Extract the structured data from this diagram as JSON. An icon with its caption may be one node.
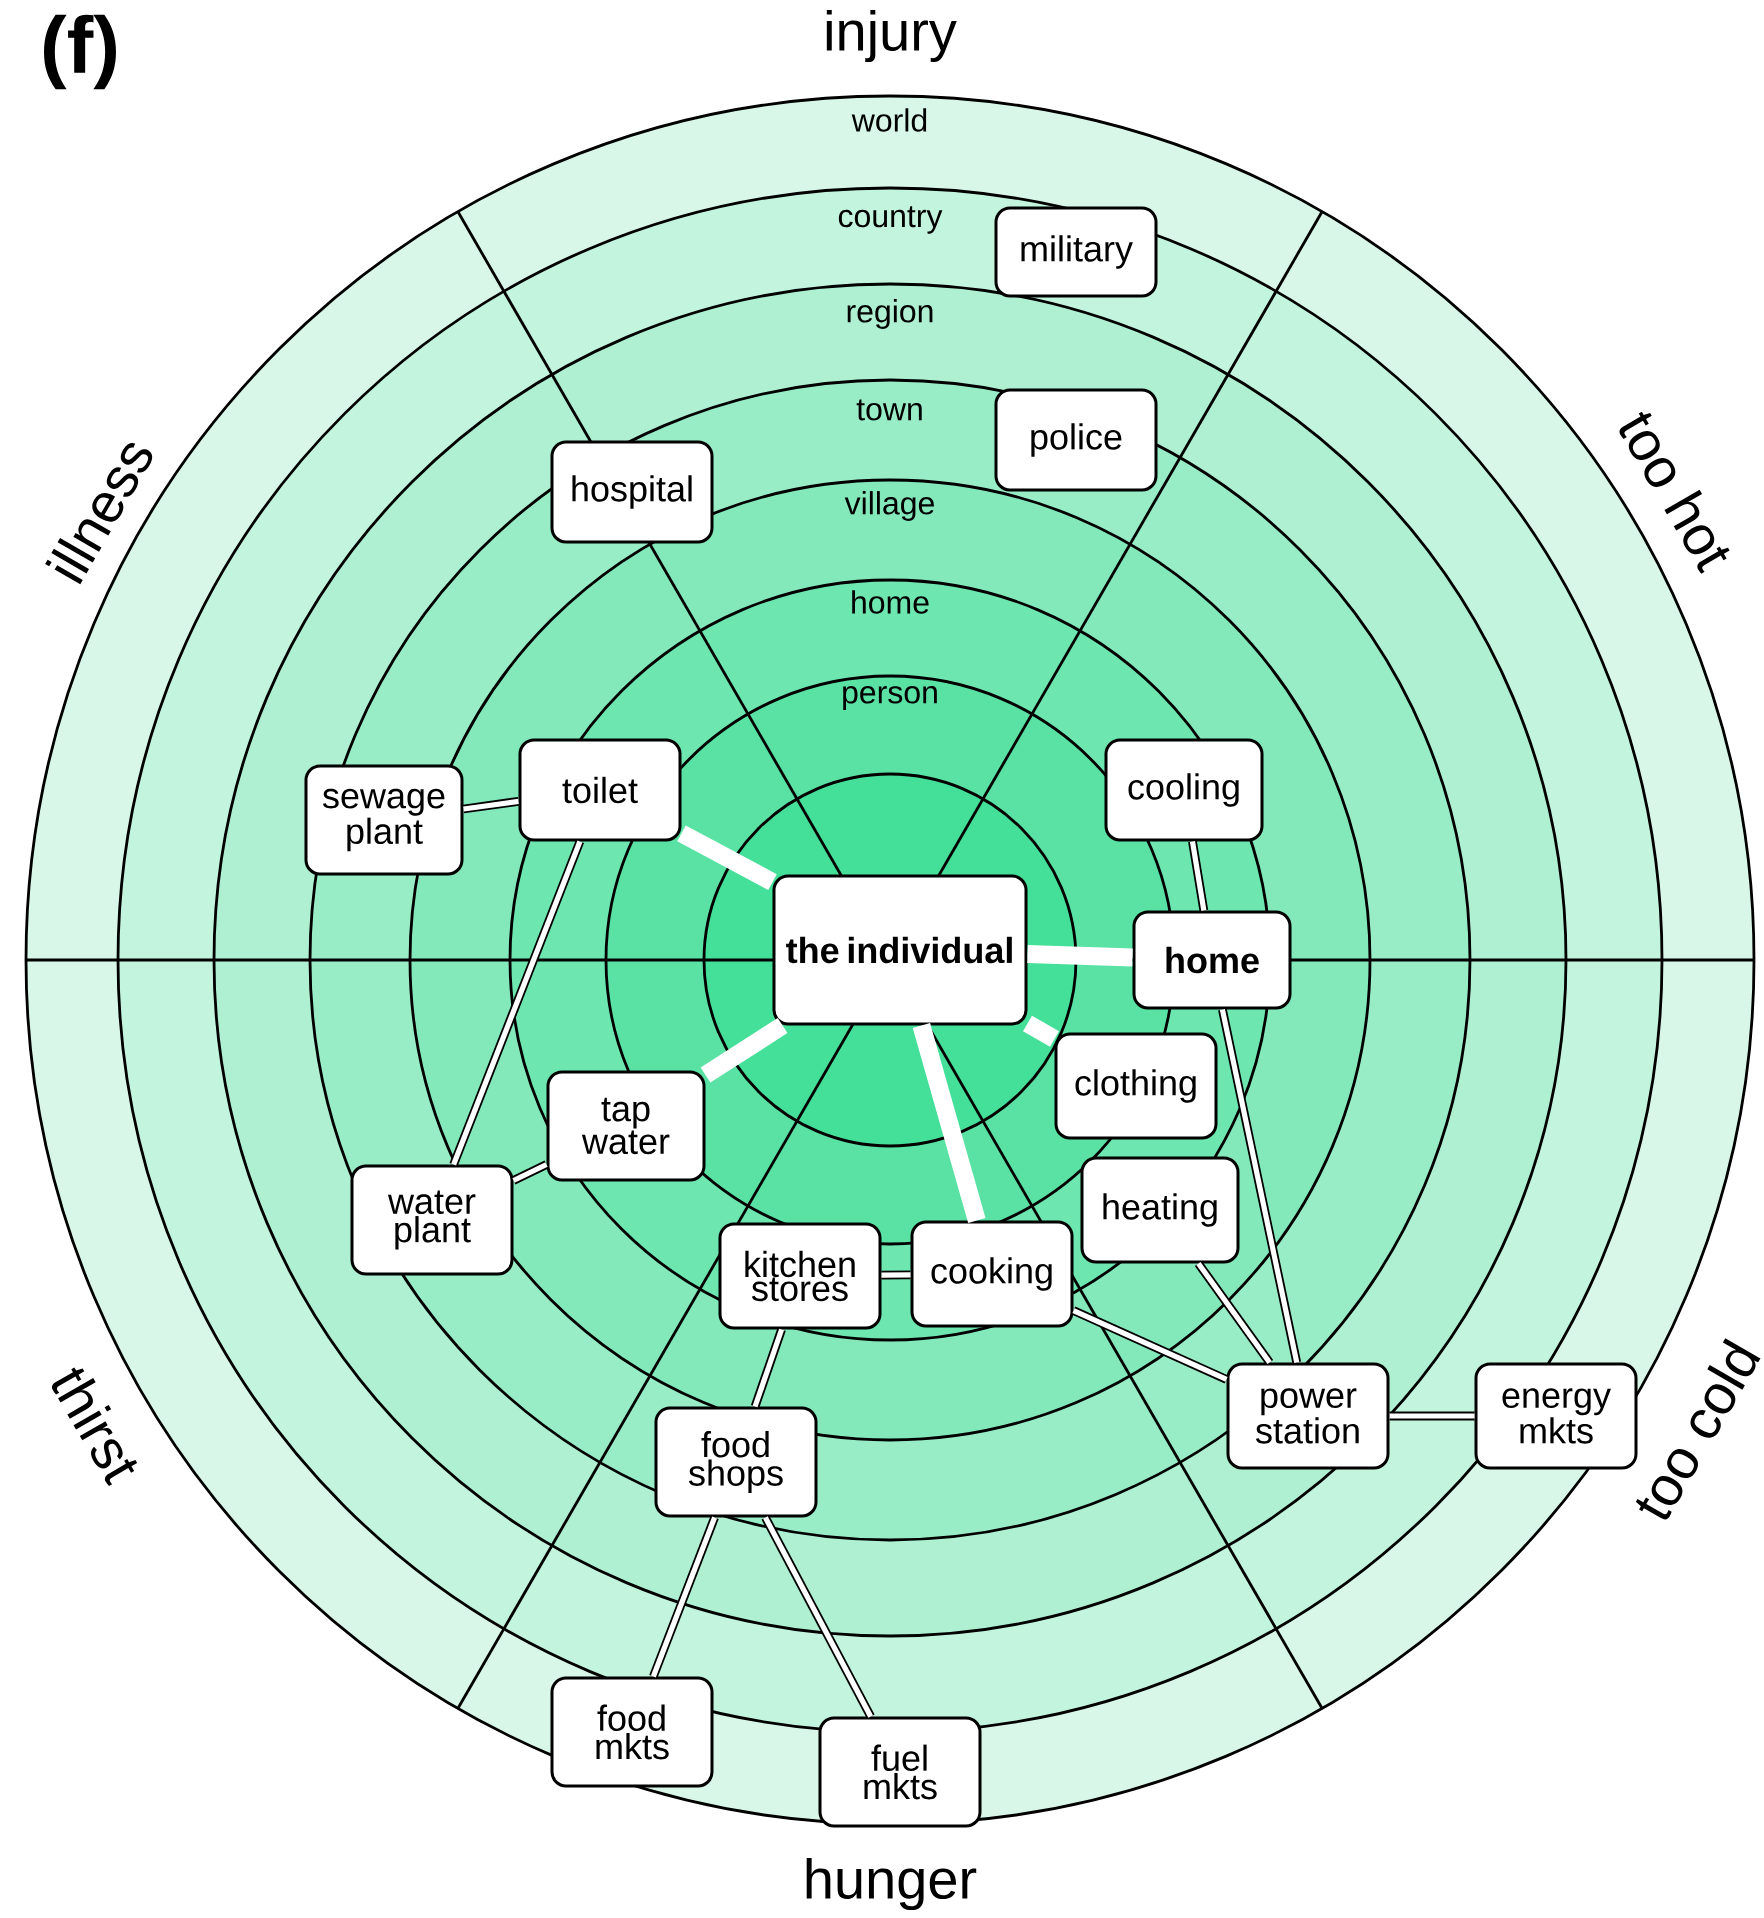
{
  "diagram": {
    "nodes": [
      {
        "text": [
          "military"
        ]
      },
      {
        "text": [
          "police"
        ]
      },
      {
        "text": [
          "hospital"
        ]
      },
      {
        "text": [
          "toilet"
        ]
      },
      {
        "text": [
          "sewage plant"
        ]
      },
      {
        "text": [
          "cooling"
        ]
      },
      {
        "text": [
          "the individual"
        ]
      },
      {
        "text": [
          "home"
        ]
      },
      {
        "text": [
          "clothing"
        ]
      },
      {
        "text": [
          "tap water"
        ]
      },
      {
        "text": [
          "heating"
        ]
      },
      {
        "text": [
          "water plant"
        ]
      },
      {
        "text": [
          "kitchen stores"
        ]
      },
      {
        "text": [
          "cooking"
        ]
      },
      {
        "text": [
          "power station"
        ]
      },
      {
        "text": [
          "energy mkts"
        ]
      },
      {
        "text": [
          "food shops"
        ]
      },
      {
        "text": [
          "food mkts"
        ]
      },
      {
        "text": [
          "fuel mkts"
        ]
      }
    ],
    "edges": [
      {
        "from": 6,
        "to": 3,
        "arrow": "none",
        "style": "thick",
        "color": "#ffffff"
      },
      {
        "from": 6,
        "to": 7,
        "arrow": "none",
        "style": "thick",
        "color": "#ffffff"
      },
      {
        "from": 6,
        "to": 9,
        "arrow": "none",
        "style": "thick",
        "color": "#ffffff"
      },
      {
        "from": 6,
        "to": 13,
        "arrow": "none",
        "style": "thick",
        "color": "#ffffff"
      },
      {
        "from": 6,
        "to": 8,
        "arrow": "none",
        "style": "thick",
        "color": "#ffffff"
      },
      {
        "from": 3,
        "to": 4,
        "arrow": "none"
      },
      {
        "from": 3,
        "to": 11,
        "arrow": "none"
      },
      {
        "from": 11,
        "to": 9,
        "arrow": "none"
      },
      {
        "from": 5,
        "to": 7,
        "arrow": "none"
      },
      {
        "from": 7,
        "to": 14,
        "arrow": "none"
      },
      {
        "from": 10,
        "to": 14,
        "arrow": "none"
      },
      {
        "from": 13,
        "to": 14,
        "arrow": "none"
      },
      {
        "from": 14,
        "to": 15,
        "arrow": "none"
      },
      {
        "from": 12,
        "to": 13,
        "arrow": "none"
      },
      {
        "from": 12,
        "to": 16,
        "arrow": "none"
      },
      {
        "from": 16,
        "to": 17,
        "arrow": "none"
      },
      {
        "from": 16,
        "to": 18,
        "arrow": "none"
      }
    ],
    "labels": [
      "(f)",
      "injury",
      "world",
      "country",
      "region",
      "town",
      "village",
      "home",
      "person",
      "illness",
      "too hot",
      "too cold",
      "thirst",
      "hunger"
    ]
  }
}
